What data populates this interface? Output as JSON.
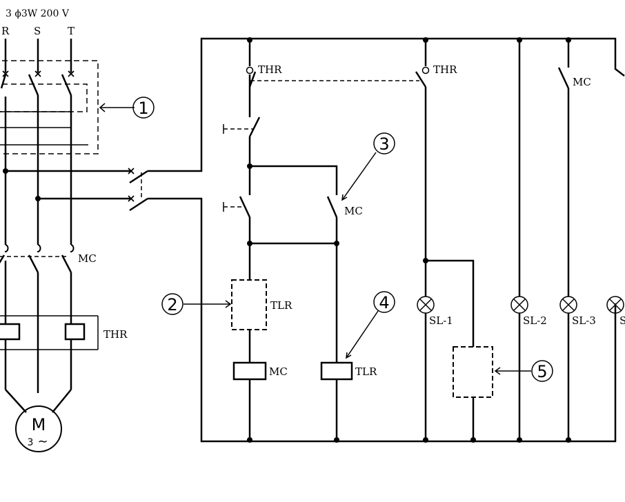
{
  "supply": {
    "label": "3 ϕ3W 200 V",
    "phases": [
      "R",
      "S",
      "T"
    ]
  },
  "main_circuit": {
    "contactor_label": "MC",
    "overload_label": "THR",
    "motor": {
      "symbol": "M",
      "phase": "3",
      "ac": "∼"
    }
  },
  "control_circuit": {
    "thr_contact_left": "THR",
    "thr_contact_right": "THR",
    "mc_contact": "MC",
    "mc_aux_contact": "MC",
    "tlr_box": "TLR",
    "mc_coil": "MC",
    "tlr_coil": "TLR",
    "lamps": [
      "SL-1",
      "SL-2",
      "SL-3",
      "S"
    ]
  },
  "callouts": [
    "1",
    "2",
    "3",
    "4",
    "5"
  ],
  "colors": {
    "line": "#000000",
    "background": "#ffffff"
  }
}
